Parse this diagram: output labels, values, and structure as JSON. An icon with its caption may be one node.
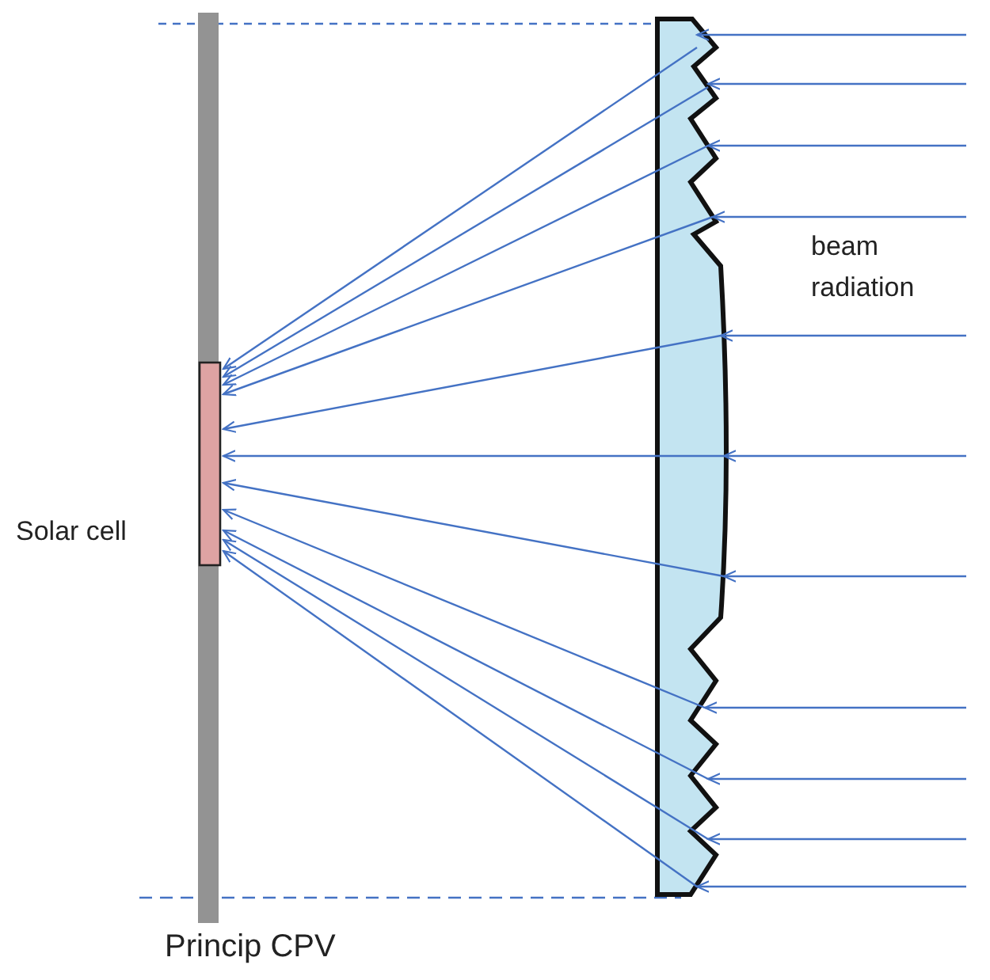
{
  "diagram": {
    "caption": "Princip CPV",
    "labels": [
      "beam radiation",
      "Solar cell"
    ]
  }
}
